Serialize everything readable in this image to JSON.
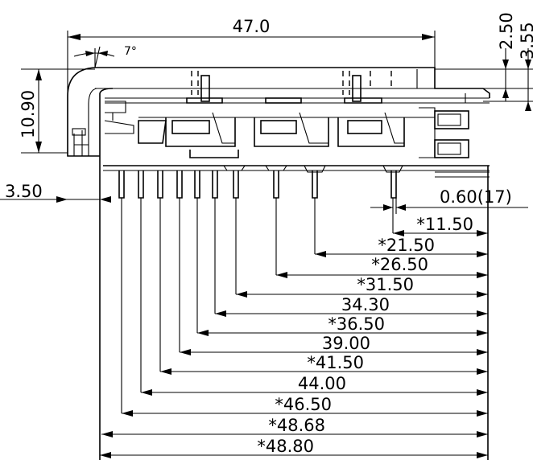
{
  "top_dimensions": {
    "overall_width": "47.0",
    "angle": "7°",
    "pin_offset": "2.50",
    "tab_height": "3.55"
  },
  "side_dimensions": {
    "body_height": "10.90",
    "lead_length": "3.50"
  },
  "pitch_label": "0.60(17)",
  "pin_dimensions": [
    "*11.50",
    "*21.50",
    "*26.50",
    "*31.50",
    "34.30",
    "*36.50",
    "39.00",
    "*41.50",
    "44.00",
    "*46.50",
    "*48.68",
    "*48.80"
  ]
}
